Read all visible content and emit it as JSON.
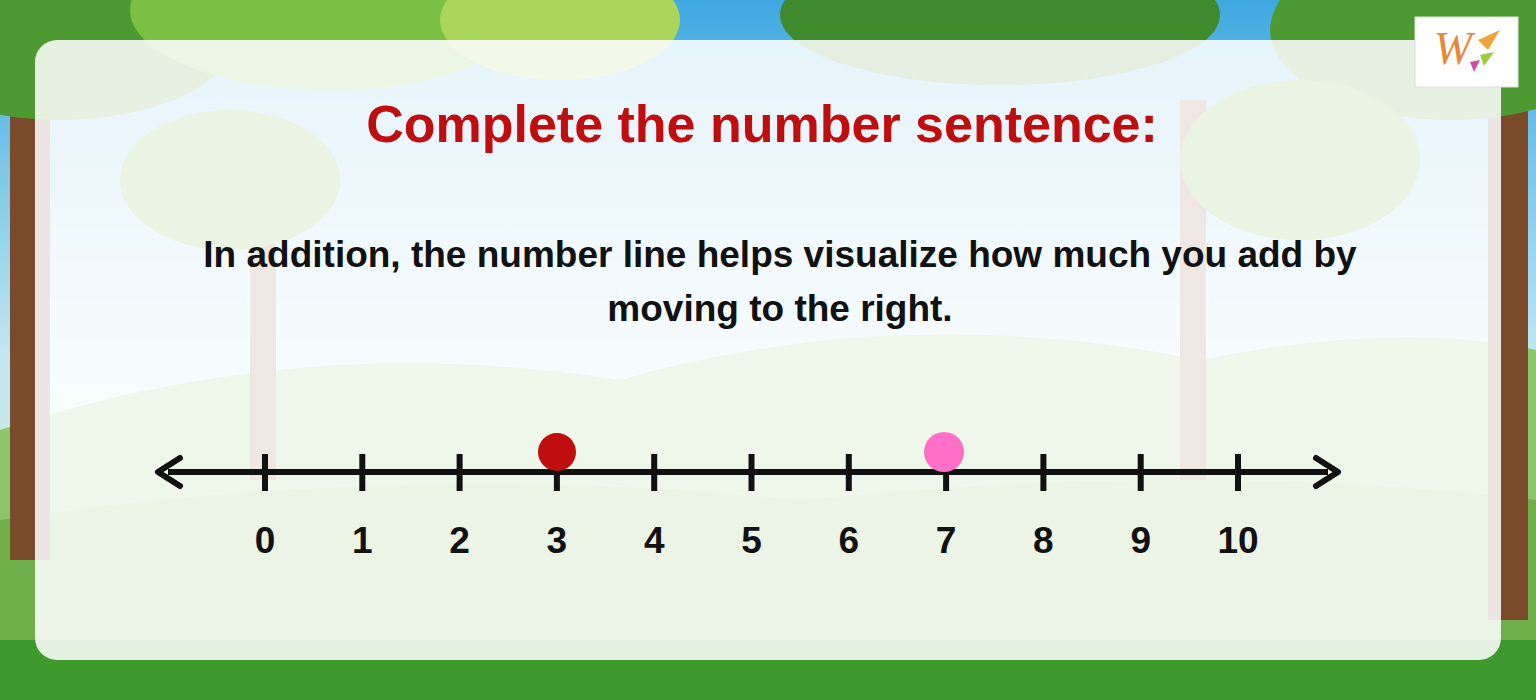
{
  "diagram": {
    "title": "Complete the number sentence:",
    "labels": [
      "In addition, the number line helps visualize how much you add by moving to the right.",
      "0",
      "1",
      "2",
      "3",
      "4",
      "5",
      "6",
      "7",
      "8",
      "9",
      "10",
      "W"
    ]
  }
}
